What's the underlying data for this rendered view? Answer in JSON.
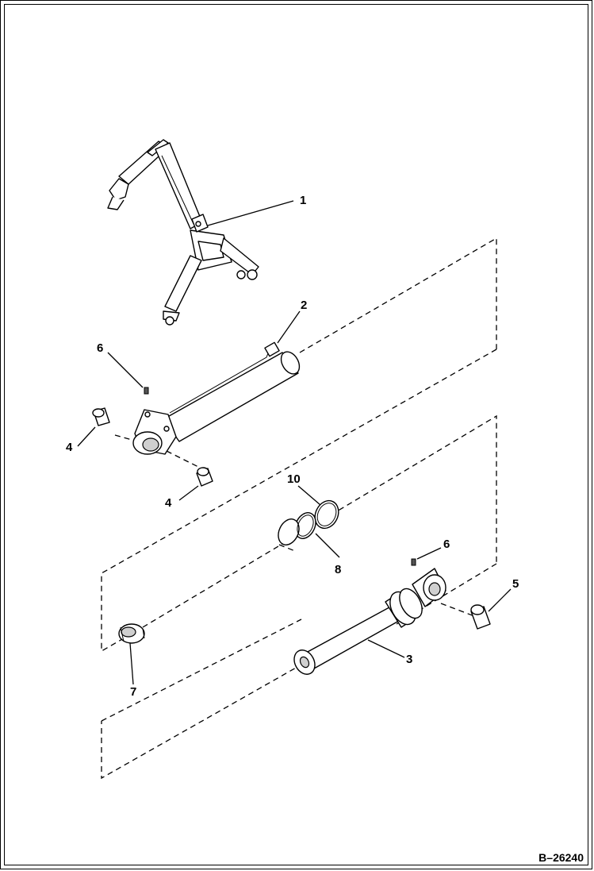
{
  "diagram": {
    "figure_id": "B–26240",
    "callouts": [
      {
        "key": "c1",
        "label": "1"
      },
      {
        "key": "c2",
        "label": "2"
      },
      {
        "key": "c3",
        "label": "3"
      },
      {
        "key": "c4a",
        "label": "4"
      },
      {
        "key": "c4b",
        "label": "4"
      },
      {
        "key": "c5",
        "label": "5"
      },
      {
        "key": "c6a",
        "label": "6"
      },
      {
        "key": "c6b",
        "label": "6"
      },
      {
        "key": "c7",
        "label": "7"
      },
      {
        "key": "c8",
        "label": "8"
      },
      {
        "key": "c10",
        "label": "10"
      }
    ]
  }
}
